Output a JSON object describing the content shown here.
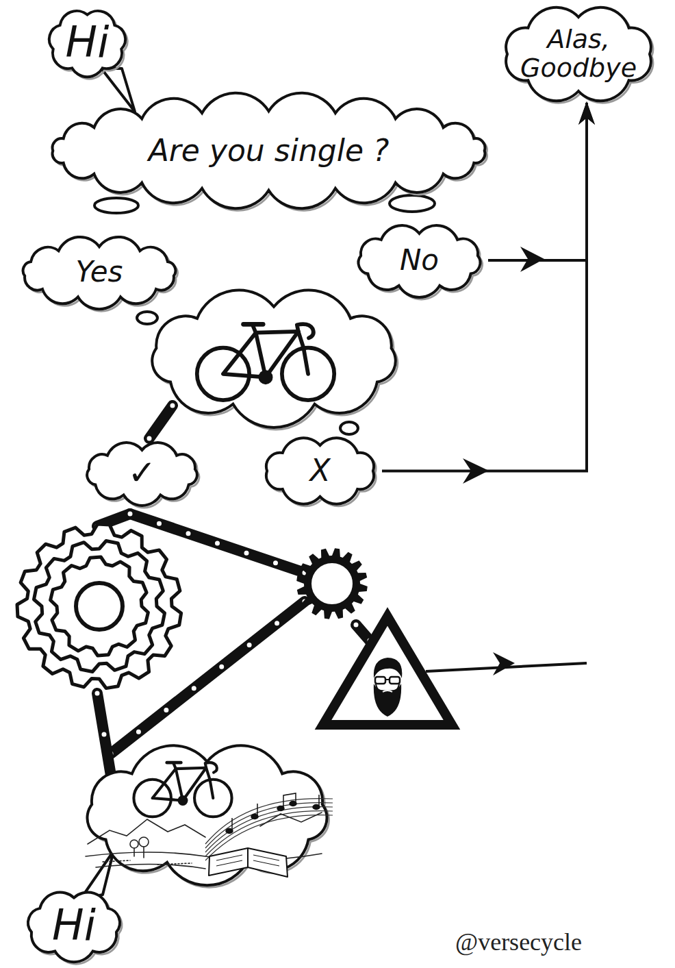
{
  "diagram": {
    "nodes": [
      {
        "text": [
          "Hi"
        ]
      },
      {
        "text": [
          "Alas, Goodbye"
        ]
      },
      {
        "text": [
          "Are you single ?"
        ]
      },
      {
        "text": [
          "Yes"
        ]
      },
      {
        "text": [
          "No"
        ]
      },
      {
        "text": [
          "✓"
        ]
      },
      {
        "text": [
          "X"
        ]
      },
      {
        "text": [
          "Hi"
        ]
      }
    ],
    "edges": [
      {
        "from": 4,
        "to": 1,
        "arrow": "to"
      },
      {
        "from": 6,
        "to": 1,
        "arrow": "to"
      }
    ],
    "labels": [
      "@versecycle"
    ]
  }
}
